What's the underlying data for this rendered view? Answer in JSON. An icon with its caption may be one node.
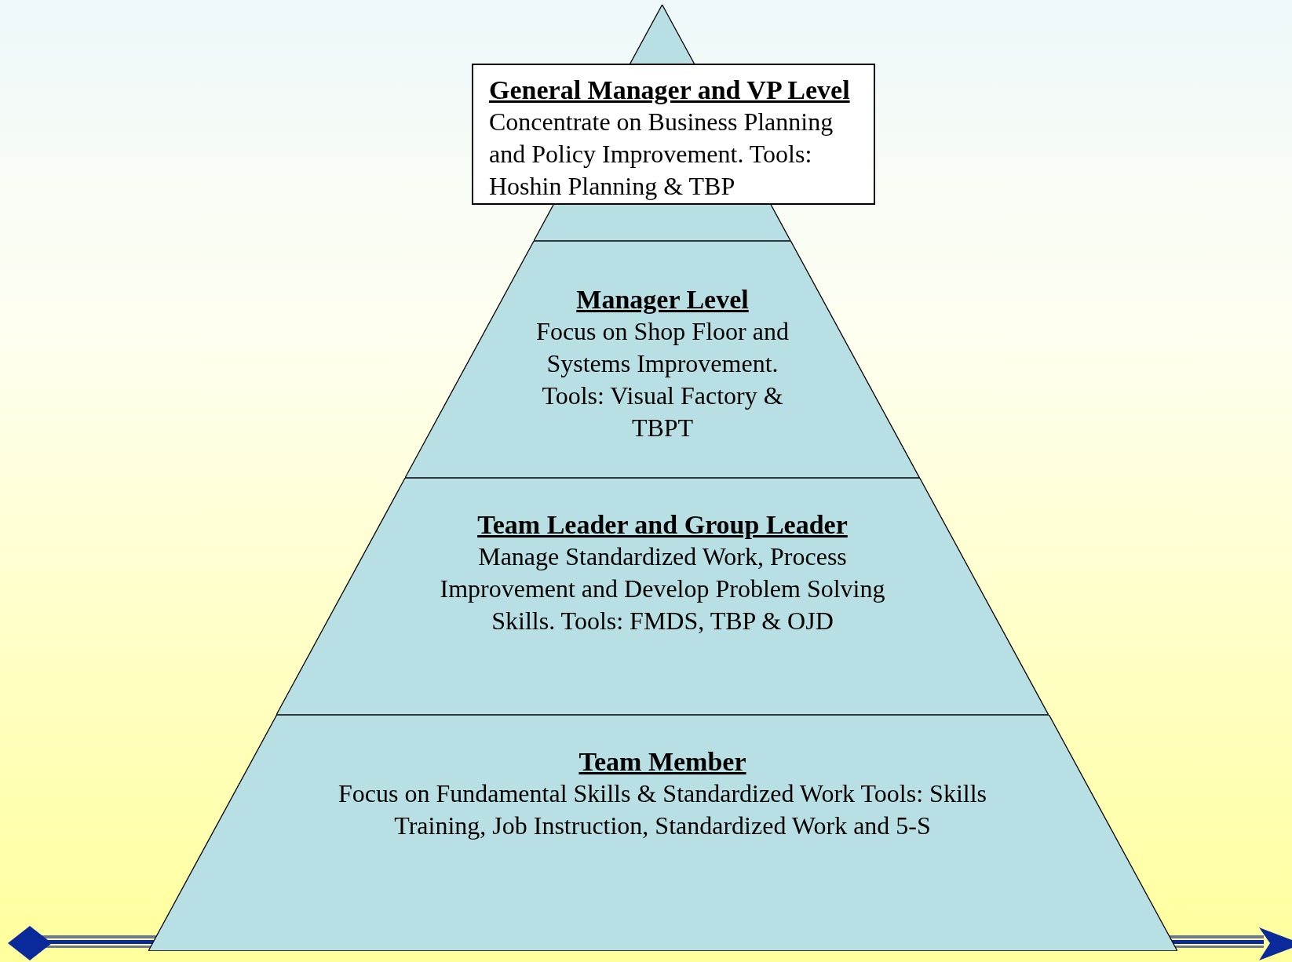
{
  "diagram": {
    "nodes": [
      {
        "text": [],
        "shape": "triangle"
      },
      {
        "text": [
          "General Manager and VP Level",
          "Concentrate on Business Planning and Policy Improvement. Tools: Hoshin Planning & TBP"
        ]
      },
      {
        "text": [
          "Manager Level",
          "Focus on Shop Floor and Systems Improvement. Tools: Visual Factory & TBPT"
        ]
      },
      {
        "text": [
          "Team Leader and Group Leader",
          "Manage Standardized Work, Process Improvement and Develop Problem Solving Skills. Tools: FMDS, TBP & OJD"
        ]
      },
      {
        "text": [
          "Team Member",
          "Focus on Fundamental Skills & Standardized Work Tools: Skills Training, Job Instruction, Standardized Work and 5-S"
        ]
      }
    ],
    "edges": []
  }
}
